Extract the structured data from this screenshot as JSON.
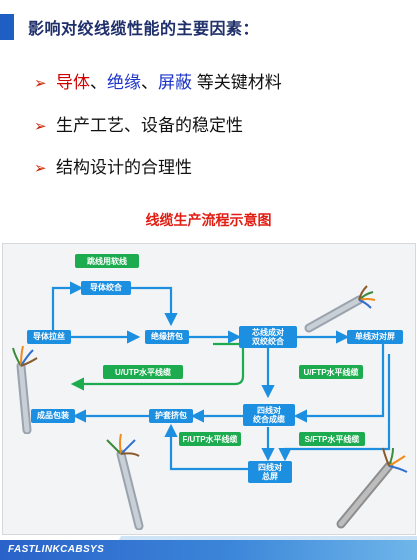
{
  "header": {
    "title": "影响对绞线缆性能的主要因素："
  },
  "bullets": [
    {
      "marker": "➢",
      "part_red": "导体",
      "sep1": "、",
      "part_blue1": "绝缘",
      "sep2": "、",
      "part_blue2": "屏蔽",
      "rest": " 等关键材料"
    },
    {
      "marker": "➢",
      "text": "生产工艺、设备的稳定性"
    },
    {
      "marker": "➢",
      "text": "结构设计的合理性"
    }
  ],
  "flow_title": "线缆生产流程示意图",
  "diagram": {
    "nodes": {
      "jumper": "跳线用软线",
      "conductor_twist": "导体绞合",
      "conductor_draw": "导体拉丝",
      "insulation_extrude": "绝缘挤包",
      "core_pair": "芯线成对\n双绞绞合",
      "pair_shield": "单线对对屏",
      "utp": "U/UTP水平线缆",
      "futp_side": "U/FTP水平线缆",
      "packaging": "成品包装",
      "jacket_extrude": "护套挤包",
      "four_pair": "四线对\n绞合成缆",
      "f_utp": "F/UTP水平线缆",
      "s_ftp": "S/FTP水平线缆",
      "overall_shield": "四线对\n总屏"
    },
    "colors": {
      "node": "#1d8fe0",
      "green": "#1dab4f",
      "line": "#1d8fe0"
    }
  },
  "footer": {
    "brand": "FASTLINKCABSYS"
  }
}
